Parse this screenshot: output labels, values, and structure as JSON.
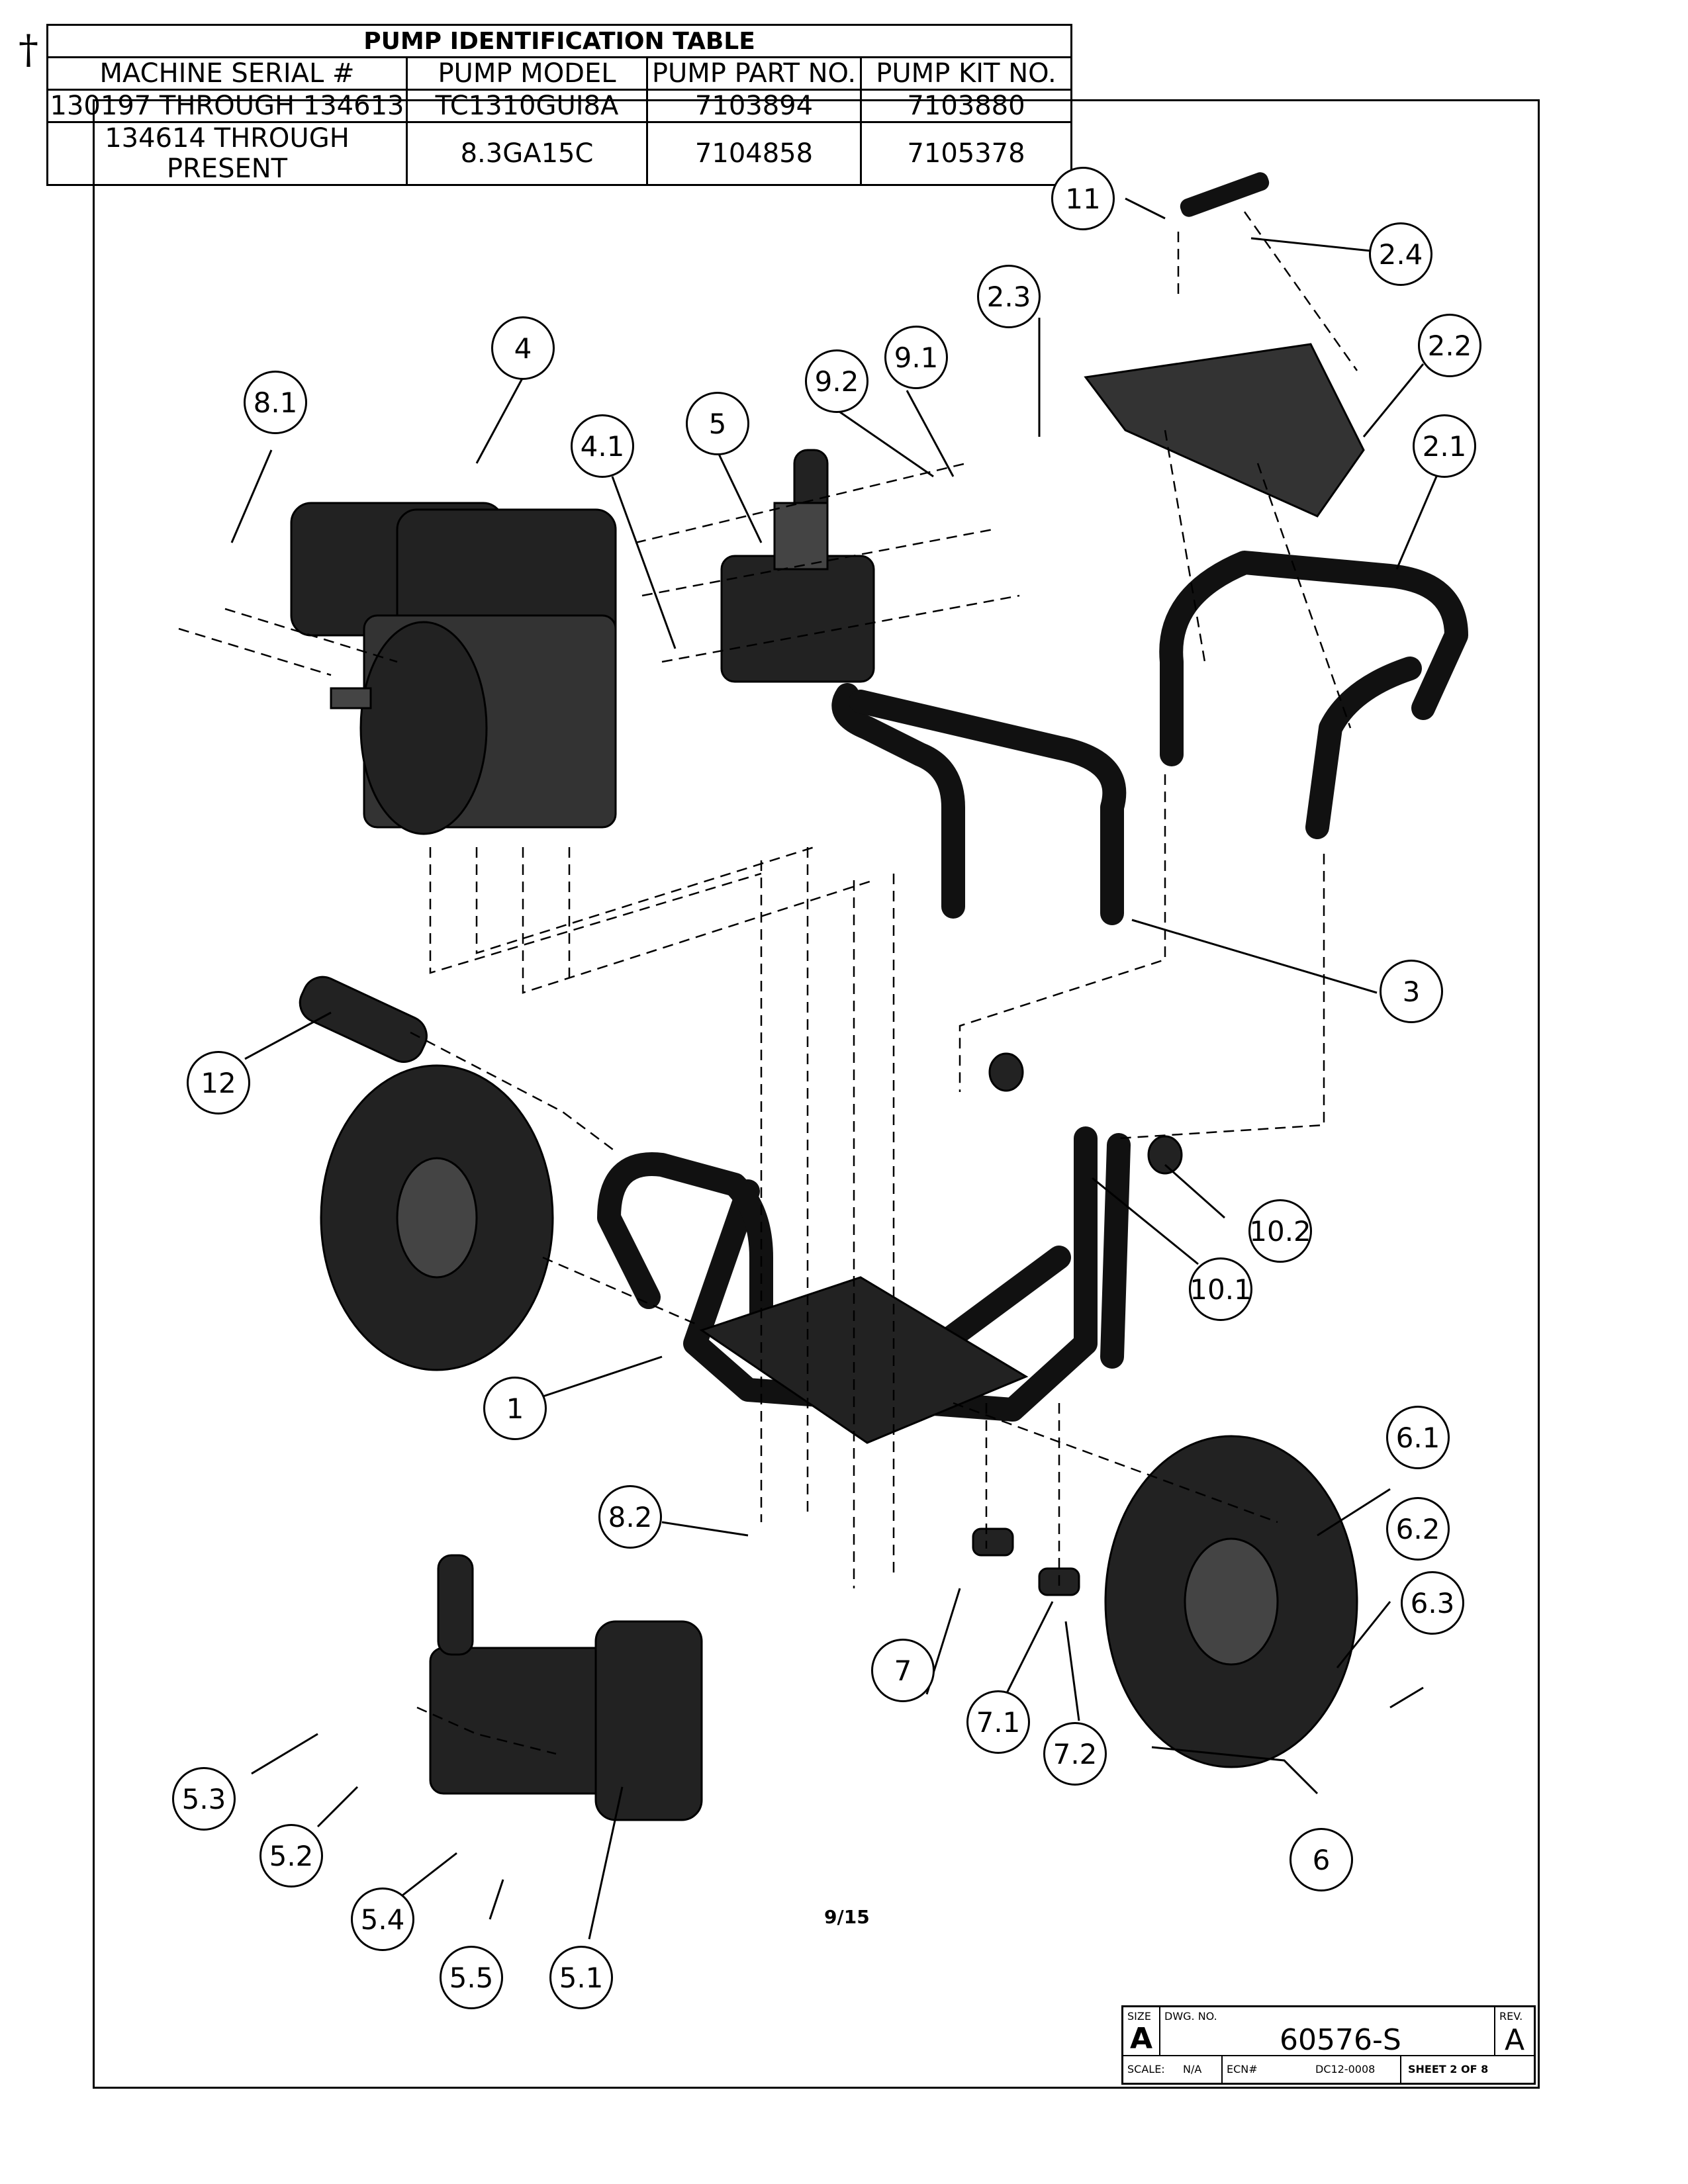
{
  "marker": "†",
  "pump_table": {
    "title": "PUMP IDENTIFICATION TABLE",
    "headers": [
      "MACHINE SERIAL #",
      "PUMP MODEL",
      "PUMP PART NO.",
      "PUMP KIT NO."
    ],
    "rows": [
      [
        "130197 THROUGH 134613",
        "TC1310GUI8A",
        "7103894",
        "7103880"
      ],
      [
        "134614 THROUGH PRESENT",
        "8.3GA15C",
        "7104858",
        "7105378"
      ]
    ]
  },
  "callouts": [
    "1",
    "2.1",
    "2.2",
    "2.3",
    "2.4",
    "3",
    "4",
    "4.1",
    "5",
    "5.1",
    "5.2",
    "5.3",
    "5.4",
    "5.5",
    "6",
    "6.1",
    "6.2",
    "6.3",
    "7",
    "7.1",
    "7.2",
    "8.1",
    "8.2",
    "9.1",
    "9.2",
    "10.1",
    "10.2",
    "11",
    "12"
  ],
  "page_number": "9/15",
  "title_block": {
    "size_label": "SIZE",
    "size_value": "A",
    "dwg_no_label": "DWG. NO.",
    "dwg_no_value": "60576-S",
    "rev_label": "REV.",
    "rev_value": "A",
    "scale_label": "SCALE:",
    "scale_value": "N/A",
    "ecn_label": "ECN#",
    "ecn_value": "DC12-0008",
    "sheet_value": "SHEET 2 OF 8"
  }
}
